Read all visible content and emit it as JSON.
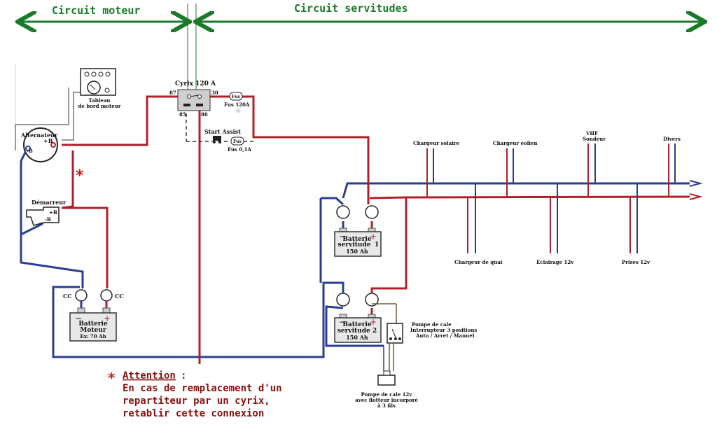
{
  "header": {
    "left": "Circuit moteur",
    "right": "Circuit servitudes"
  },
  "engine": {
    "dashboard": [
      "Tableau",
      "de bord moteur"
    ],
    "alternator": "Alternateur",
    "alternator_pos": "+B",
    "alternator_neg": "-B",
    "starter": "Démarreur",
    "starter_pos": "+B",
    "starter_neg": "-B",
    "cc_left": "CC",
    "cc_right": "CC",
    "battery": [
      "Batterie",
      "Moteur",
      "Ex: 70 Ah"
    ]
  },
  "cyrix": {
    "title": "Cyrix 120 A",
    "t87": "87",
    "t30": "30",
    "t85": "85",
    "t86": "86",
    "fuse1": "Fus",
    "fuse1_rating": "Fus 120A",
    "start_assist": "Start Assist",
    "fuse2": "Fus",
    "fuse2_rating": "Fus 0,1A"
  },
  "house": {
    "battery1": [
      "Batterie",
      "servitude",
      "1",
      "150 Ah"
    ],
    "battery2": [
      "Batterie",
      "servitude 2",
      "150 Ah"
    ],
    "pump_switch": [
      "Pompe de cale",
      "Interrupteur 3 positions",
      "Auto / Arret / Manuel"
    ],
    "pump": [
      "Pompe de cale 12v",
      "avec flotteur incorporé",
      "à 3 fils"
    ]
  },
  "loads_top": [
    "Chargeur solaire",
    "Chargeur éolien",
    "VHF",
    "Sondeur",
    "Divers"
  ],
  "loads_bottom": [
    "Chargeur de quai",
    "Eclairage 12v",
    "Prises 12v"
  ],
  "note": {
    "star": "*",
    "title": "Attention",
    "colon": ":",
    "lines": [
      "En cas de remplacement d'un",
      "repartiteur par un cyrix,",
      "retablir cette connexion"
    ]
  },
  "colors": {
    "positive": "#b0202a",
    "negative": "#2b3d8f",
    "header": "#1a7a2a"
  }
}
